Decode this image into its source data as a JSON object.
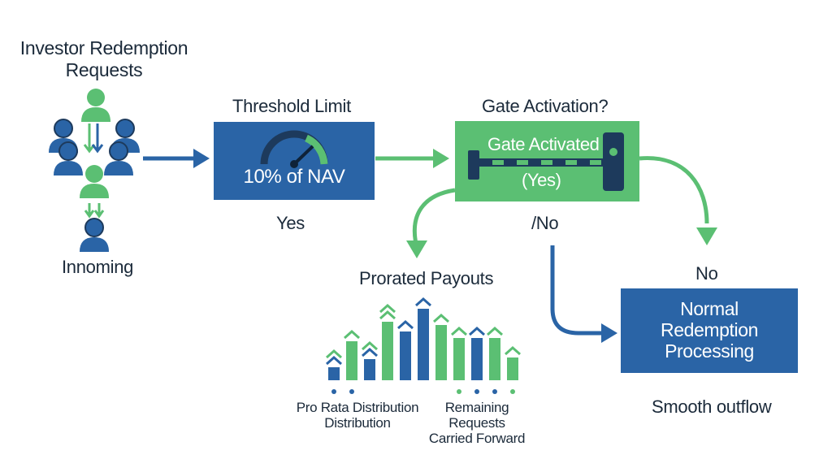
{
  "colors": {
    "blue": "#2a64a6",
    "green": "#5bbf73",
    "navy": "#1d3a5c",
    "text": "#1b2a3a"
  },
  "input": {
    "title_line1": "Investor Redemption",
    "title_line2": "Requests",
    "caption": "Innoming"
  },
  "threshold": {
    "heading": "Threshold Limit",
    "box_label": "10% of NAV",
    "below": "Yes"
  },
  "gate": {
    "heading": "Gate Activation?",
    "box_line1": "Gate Activated",
    "box_line2": "(Yes)",
    "below": "/No"
  },
  "prorated": {
    "heading": "Prorated Payouts",
    "left_line1": "Pro Rata Distribution",
    "left_line2": "Distribution",
    "right_line1": "Remaining Requests",
    "right_line2": "Carried Forward"
  },
  "normal": {
    "above": "No",
    "line1": "Normal",
    "line2": "Redemption",
    "line3": "Processing",
    "below": "Smooth outflow"
  },
  "icons": [
    "people-icon",
    "gauge-icon",
    "gate-barrier-icon",
    "bar-arrows-icon"
  ]
}
